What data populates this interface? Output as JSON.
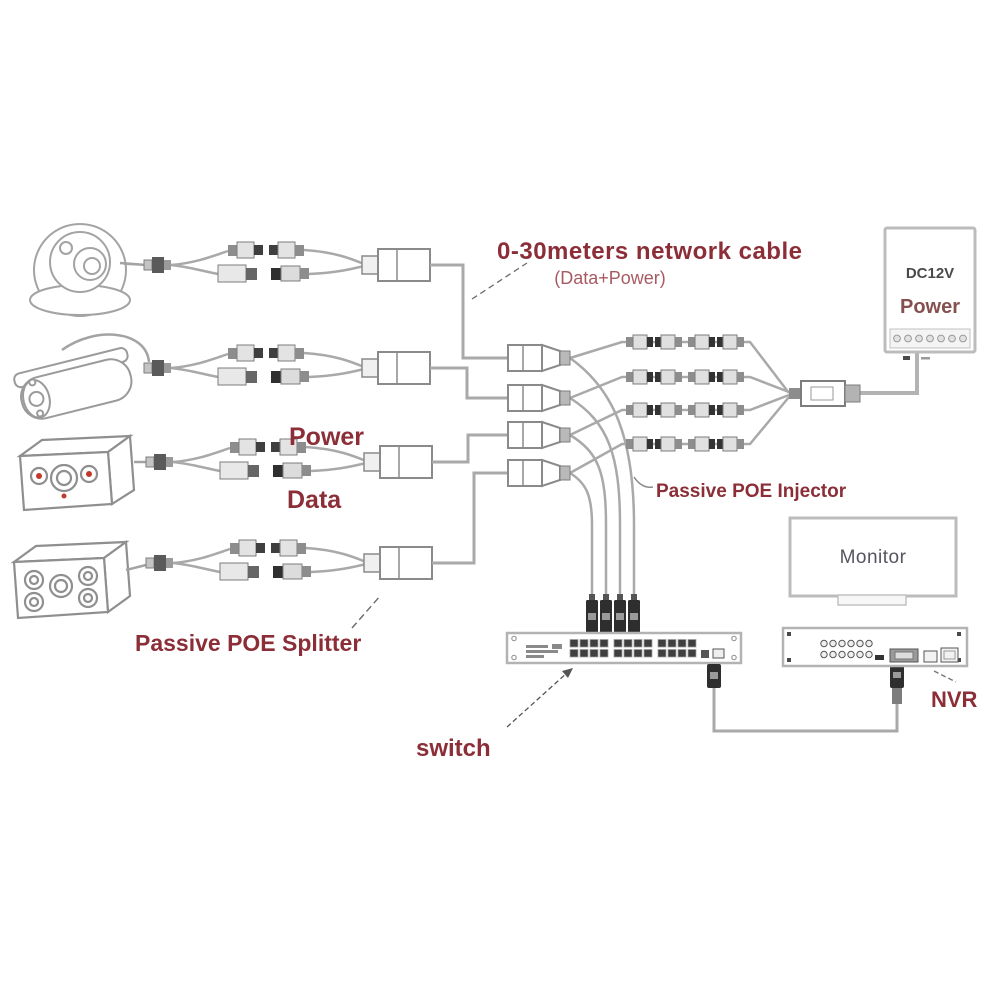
{
  "colors": {
    "label_red": "#8b2e38",
    "sub_label_red": "#a85a62",
    "cable_gray": "#a9a9a9",
    "device_gray": "#b3b3b3",
    "connector_dark": "#2e2e2e",
    "led_red": "#c0392b"
  },
  "labels": {
    "network_cable": "0-30meters network cable",
    "network_cable_sub": "(Data+Power)",
    "power_pigtail": "Power",
    "data_pigtail": "Data",
    "poe_splitter": "Passive POE Splitter",
    "poe_injector": "Passive POE Injector",
    "switch": "switch",
    "nvr": "NVR",
    "monitor": "Monitor",
    "psu_voltage": "DC12V",
    "psu_name": "Power"
  },
  "diagram": {
    "camera_count": 4,
    "cameras": [
      "dome camera",
      "bullet camera",
      "IR bullet camera",
      "IR bullet camera"
    ],
    "topology": [
      {
        "from": "camera",
        "to": "Passive POE Splitter",
        "via": "Power + Data pigtails"
      },
      {
        "from": "Passive POE Splitter",
        "to": "Passive POE Injector",
        "via": "0-30meters network cable (Data+Power)"
      },
      {
        "from": "Passive POE Injector",
        "to": "DC12V Power",
        "via": "DC power leads"
      },
      {
        "from": "Passive POE Injector",
        "to": "switch",
        "via": "data leads"
      },
      {
        "from": "switch",
        "to": "NVR",
        "via": "network cable"
      }
    ]
  }
}
